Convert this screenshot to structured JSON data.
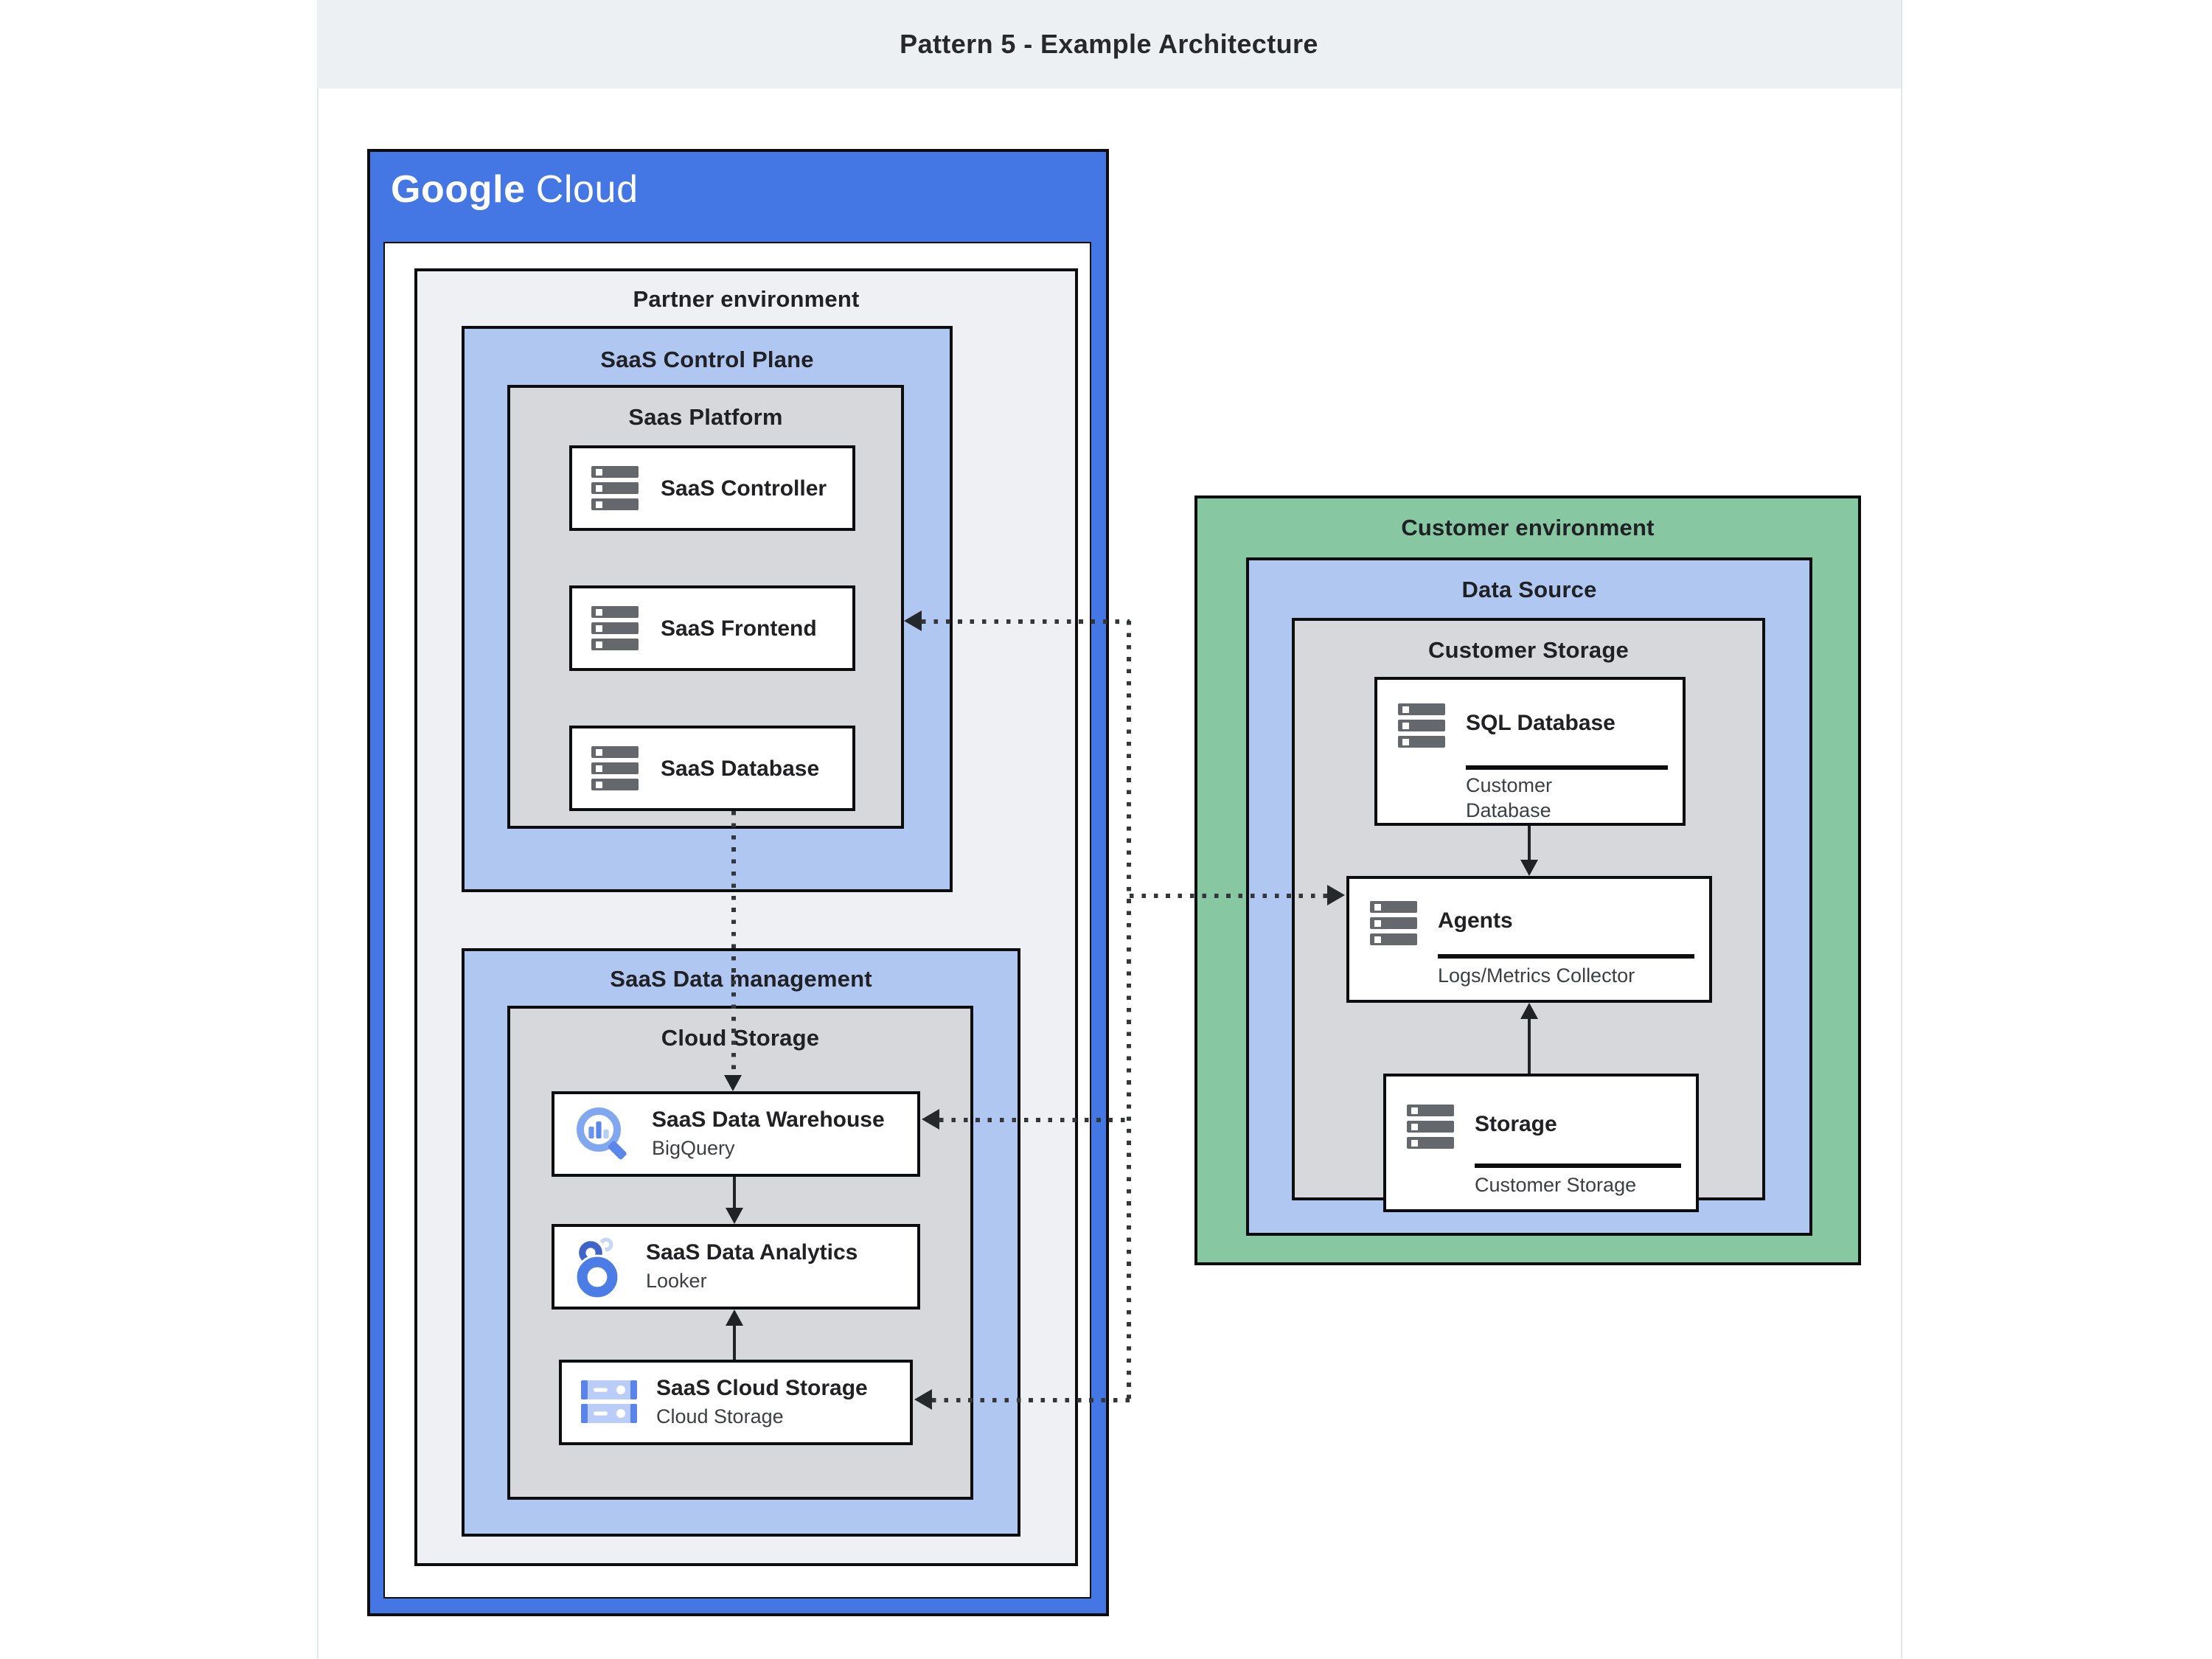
{
  "page": {
    "title": "Pattern 5 - Example Architecture"
  },
  "colors": {
    "google_cloud_blue": "#4476e4",
    "lavender": "#b0c7f2",
    "container_gray": "#d7d8db",
    "partner_gray": "#eef0f3",
    "customer_green": "#87c7a2",
    "header_band": "#edf0f2"
  },
  "icons": {
    "server": "server-icon",
    "bigquery": "bigquery-icon",
    "looker": "looker-icon",
    "cloud_storage": "cloud-storage-icon"
  },
  "google_cloud": {
    "logo_google": "Google",
    "logo_cloud": "Cloud",
    "partner_env": {
      "label": "Partner environment"
    },
    "control_plane": {
      "label": "SaaS Control Plane",
      "platform": {
        "label": "Saas Platform",
        "nodes": [
          {
            "label": "SaaS Controller"
          },
          {
            "label": "SaaS Frontend"
          },
          {
            "label": "SaaS Database"
          }
        ]
      }
    },
    "data_management": {
      "label": "SaaS Data management",
      "cloud_storage": {
        "label": "Cloud Storage",
        "nodes": [
          {
            "label": "SaaS Data Warehouse",
            "sublabel": "BigQuery"
          },
          {
            "label": "SaaS Data Analytics",
            "sublabel": "Looker"
          },
          {
            "label": "SaaS Cloud Storage",
            "sublabel": "Cloud Storage"
          }
        ]
      }
    }
  },
  "customer": {
    "label": "Customer environment",
    "data_source": {
      "label": "Data Source",
      "customer_storage": {
        "label": "Customer Storage",
        "nodes": [
          {
            "label": "SQL Database",
            "sublabel": "Customer Database"
          },
          {
            "label": "Agents",
            "sublabel": "Logs/Metrics Collector"
          },
          {
            "label": "Storage",
            "sublabel": "Customer Storage"
          }
        ]
      }
    }
  }
}
